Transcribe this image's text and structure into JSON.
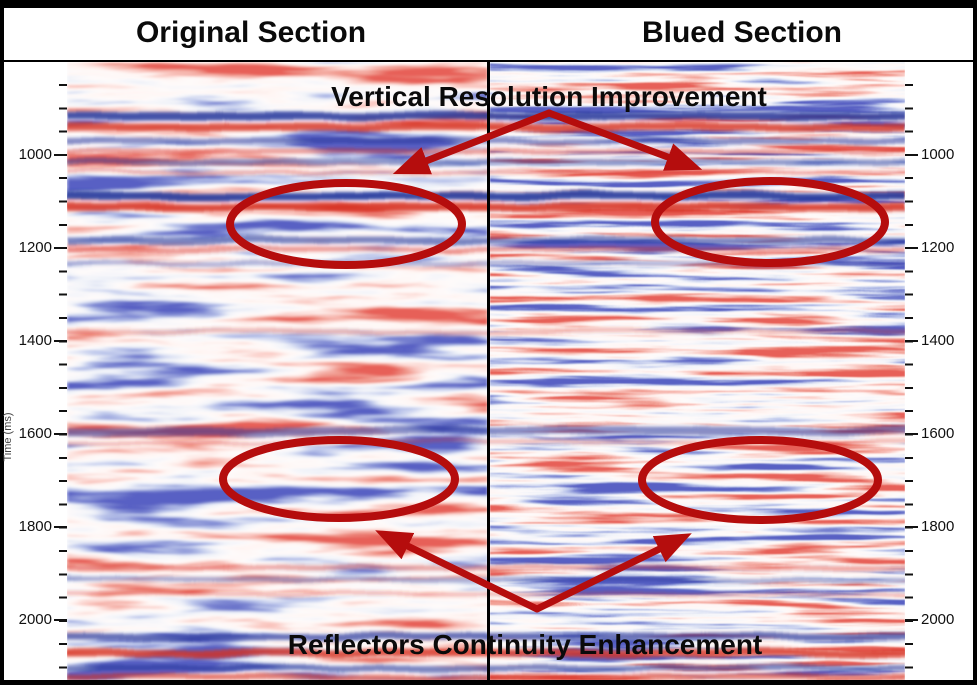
{
  "figure": {
    "title_left": "Original Section",
    "title_right": "Blued Section"
  },
  "annotations": {
    "top_label": "Vertical Resolution Improvement",
    "bottom_label": "Reflectors Continuity Enhancement",
    "color": "#b50d0d"
  },
  "axis": {
    "label": "Time (ms)",
    "ticks": [
      "1000",
      "1200",
      "1400",
      "1600",
      "1800",
      "2000"
    ]
  },
  "seismic": {
    "positive_color": "#d62f22",
    "negative_color": "#26379b",
    "background_color": "#ffffff"
  }
}
